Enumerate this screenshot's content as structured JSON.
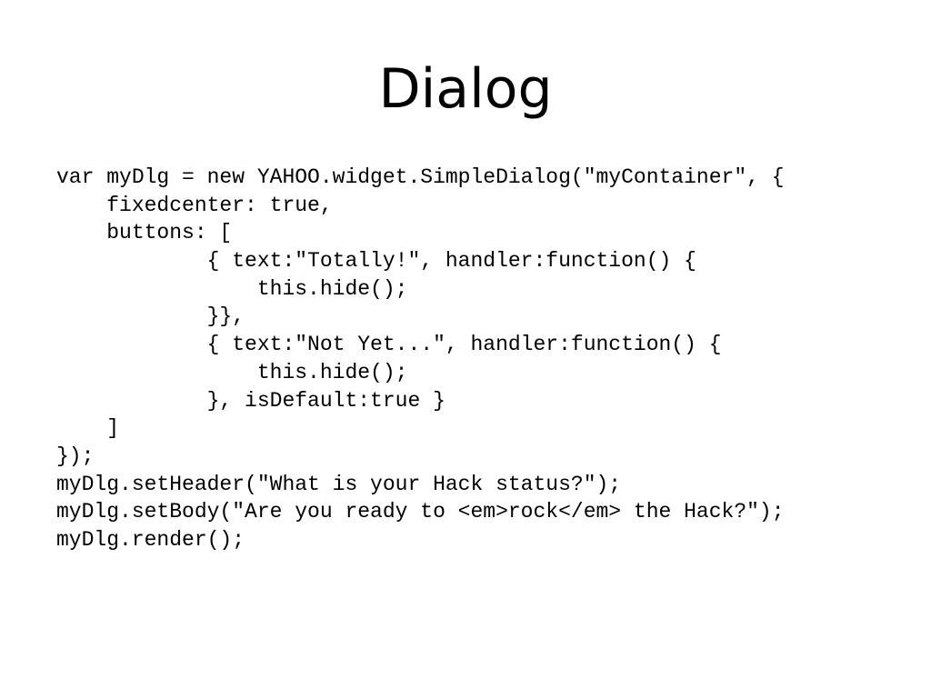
{
  "slide": {
    "title": "Dialog",
    "code_lines": [
      "var myDlg = new YAHOO.widget.SimpleDialog(\"myContainer\", {",
      "    fixedcenter: true,",
      "    buttons: [",
      "            { text:\"Totally!\", handler:function() {",
      "                this.hide();",
      "            }},",
      "            { text:\"Not Yet...\", handler:function() {",
      "                this.hide();",
      "            }, isDefault:true }",
      "    ]",
      "});",
      "myDlg.setHeader(\"What is your Hack status?\");",
      "myDlg.setBody(\"Are you ready to <em>rock</em> the Hack?\");",
      "myDlg.render();"
    ]
  }
}
